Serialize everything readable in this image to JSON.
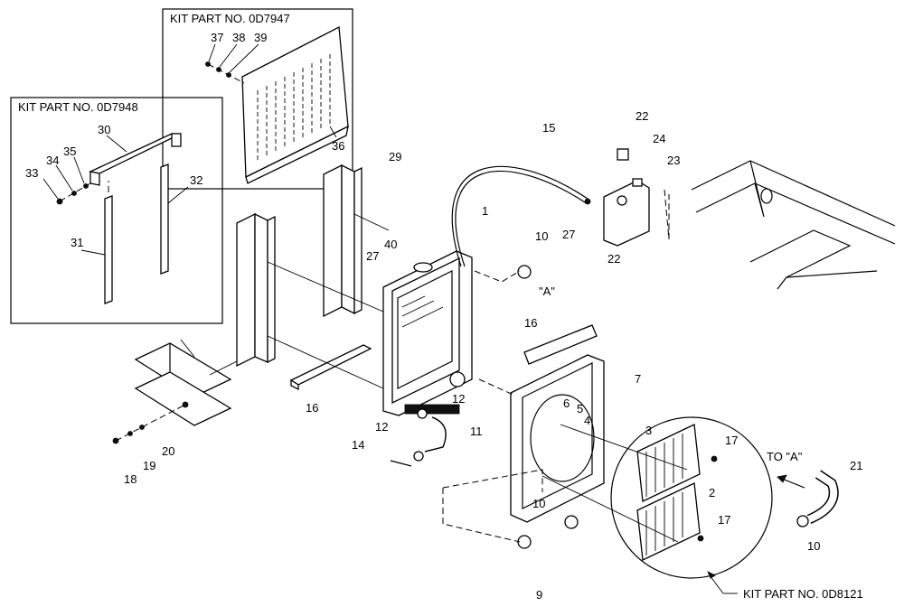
{
  "kits": {
    "top": "KIT PART NO. 0D7947",
    "left": "KIT PART NO. 0D7948",
    "bottom": "KIT PART NO. 0D8121"
  },
  "labels": {
    "p1": "1",
    "p2": "2",
    "p3": "3",
    "p4": "4",
    "p5": "5",
    "p6": "6",
    "p7": "7",
    "p9": "9",
    "p10a": "10",
    "p10b": "10",
    "p10c": "10",
    "p11": "11",
    "p12a": "12",
    "p12b": "12",
    "p14": "14",
    "p15": "15",
    "p16a": "16",
    "p16b": "16",
    "p17a": "17",
    "p17b": "17",
    "p18": "18",
    "p19": "19",
    "p20": "20",
    "p21": "21",
    "p22a": "22",
    "p22b": "22",
    "p23": "23",
    "p24": "24",
    "p27a": "27",
    "p27b": "27",
    "p29": "29",
    "p30": "30",
    "p31": "31",
    "p32": "32",
    "p33": "33",
    "p34": "34",
    "p35": "35",
    "p36": "36",
    "p37": "37",
    "p38": "38",
    "p39": "39",
    "p40": "40"
  },
  "refs": {
    "a_mark": "\"A\"",
    "to_a": "TO \"A\""
  }
}
